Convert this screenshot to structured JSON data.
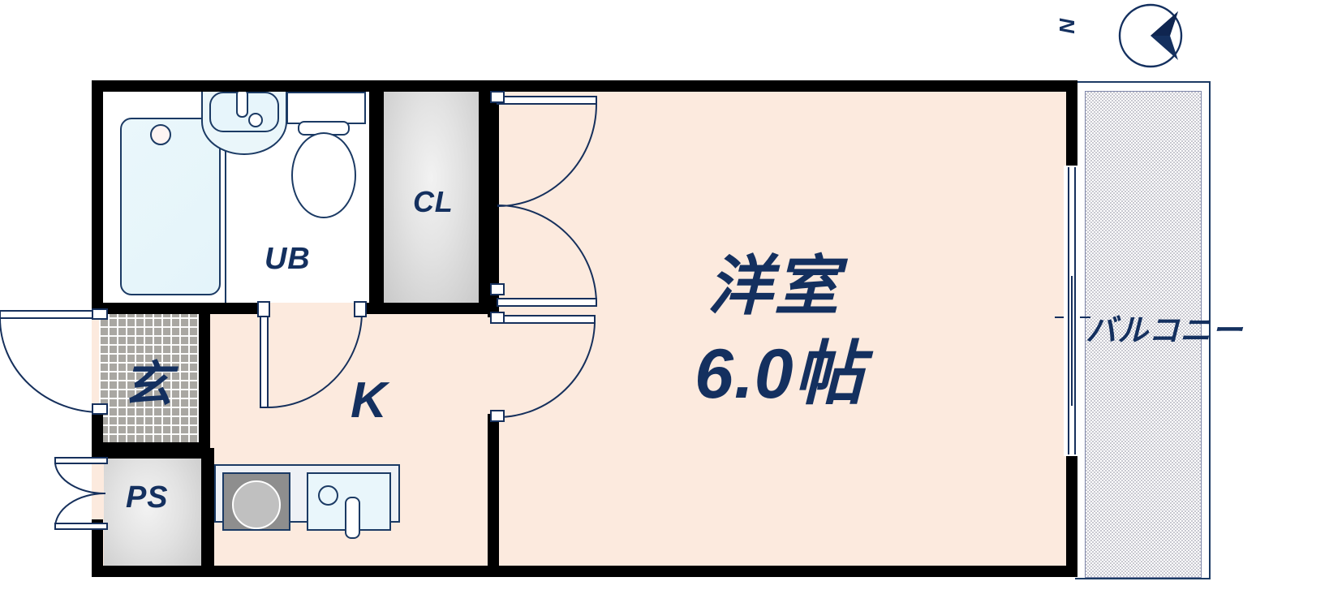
{
  "plan": {
    "title": "",
    "colors": {
      "wall": "#000000",
      "room_floor": "#fceade",
      "ink": "#14305f",
      "fixture_fill": "#eaf6fa",
      "closet_gray": "#e3e3e3",
      "balcony_hatch": "#c8c8d0",
      "genkan_tile": "#a9a7a2"
    },
    "compass": {
      "label": "N",
      "direction": "west-pointing-arrow",
      "icon": "compass-north-icon"
    },
    "rooms": [
      {
        "key": "ub",
        "label": "UB",
        "type": "unit-bath"
      },
      {
        "key": "cl",
        "label": "CL",
        "type": "closet"
      },
      {
        "key": "genkan",
        "label": "玄",
        "type": "entry"
      },
      {
        "key": "ps",
        "label": "PS",
        "type": "pipe-space"
      },
      {
        "key": "kitchen",
        "label": "K",
        "type": "kitchen"
      },
      {
        "key": "washitsu",
        "label": "洋室",
        "type": "western-room"
      },
      {
        "key": "balcony",
        "label": "バルコニー",
        "type": "balcony"
      }
    ],
    "main_room": {
      "name_label": "洋室",
      "size_label": "6.0帖",
      "size_value": 6.0,
      "size_unit": "帖"
    },
    "balcony": {
      "label": "バルコニー"
    },
    "fixtures": [
      {
        "name": "bathtub",
        "room": "ub"
      },
      {
        "name": "washbasin",
        "room": "ub"
      },
      {
        "name": "toilet",
        "room": "ub"
      },
      {
        "name": "stove-burner",
        "room": "kitchen"
      },
      {
        "name": "kitchen-sink",
        "room": "kitchen"
      }
    ],
    "doors": [
      {
        "name": "entrance-door",
        "swing": "outward-left"
      },
      {
        "name": "ps-door",
        "swing": "outward-left"
      },
      {
        "name": "ub-door",
        "swing": "inward-kitchen"
      },
      {
        "name": "closet-door-upper",
        "swing": "double-fold"
      },
      {
        "name": "closet-door-lower",
        "swing": "double-fold"
      },
      {
        "name": "room-entry-door",
        "swing": "inward-room"
      },
      {
        "name": "balcony-sliding-door",
        "swing": "sliding"
      }
    ]
  }
}
